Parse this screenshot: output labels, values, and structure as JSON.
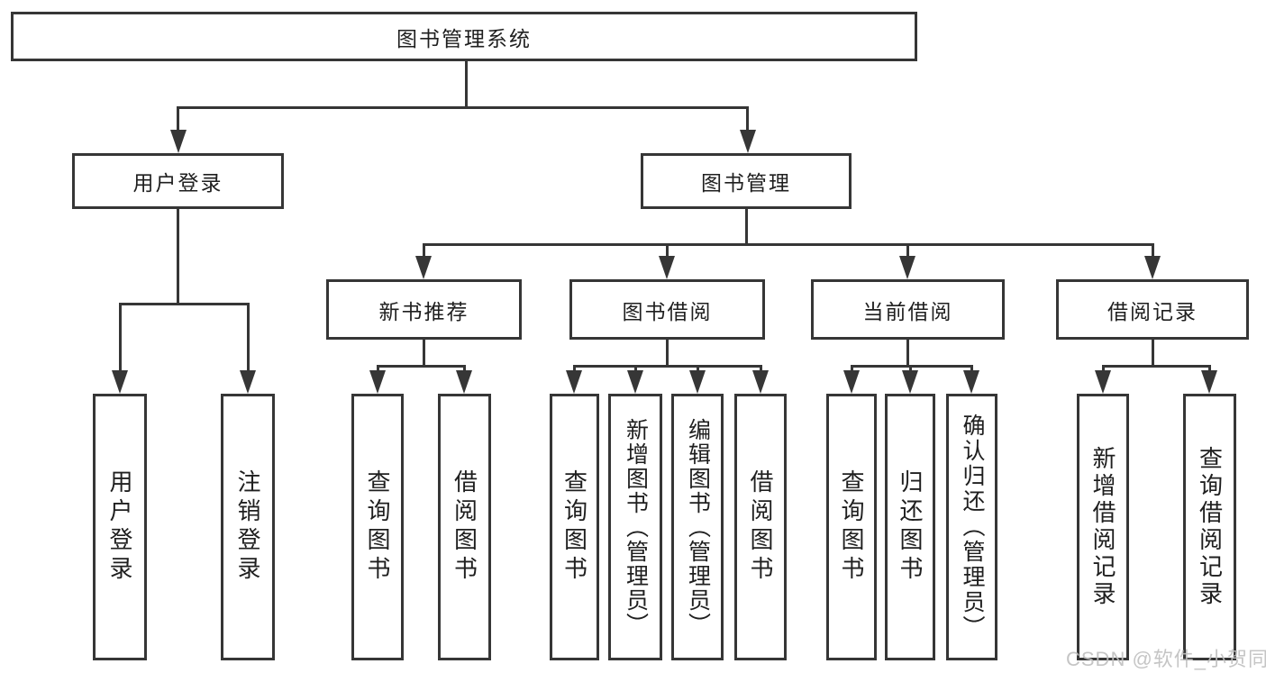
{
  "title": "图书管理系统",
  "tree": {
    "root": "图书管理系统",
    "branches": [
      {
        "label": "用户登录",
        "children": [
          "用户登录",
          "注销登录"
        ]
      },
      {
        "label": "图书管理",
        "sections": [
          {
            "label": "新书推荐",
            "children": [
              "查询图书",
              "借阅图书"
            ]
          },
          {
            "label": "图书借阅",
            "children": [
              "查询图书",
              "新增图书（管理员）",
              "编辑图书（管理员）",
              "借阅图书"
            ]
          },
          {
            "label": "当前借阅",
            "children": [
              "查询图书",
              "归还图书",
              "确认归还（管理员）"
            ]
          },
          {
            "label": "借阅记录",
            "children": [
              "新增借阅记录",
              "查询借阅记录"
            ]
          }
        ]
      }
    ]
  },
  "watermark": "CSDN @软件_小贺同学",
  "colors": {
    "line": "#363636",
    "text": "#1f1f1f",
    "watermark": "#bfbfbf",
    "background": "#ffffff"
  }
}
